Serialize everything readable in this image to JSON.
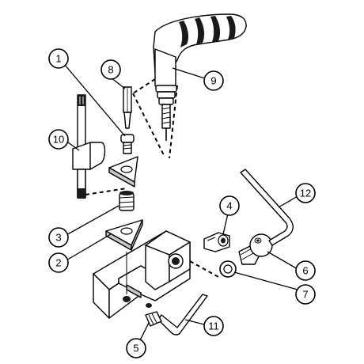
{
  "callouts": {
    "c1": "1",
    "c2": "2",
    "c3": "3",
    "c4": "4",
    "c5": "5",
    "c6": "6",
    "c7": "7",
    "c8": "8",
    "c9": "9",
    "c10": "10",
    "c11": "11",
    "c12": "12"
  },
  "colors": {
    "line": "#000000",
    "part_fill": "#ffffff",
    "shade": "#c8c8c8",
    "dark": "#1a1a1a"
  }
}
